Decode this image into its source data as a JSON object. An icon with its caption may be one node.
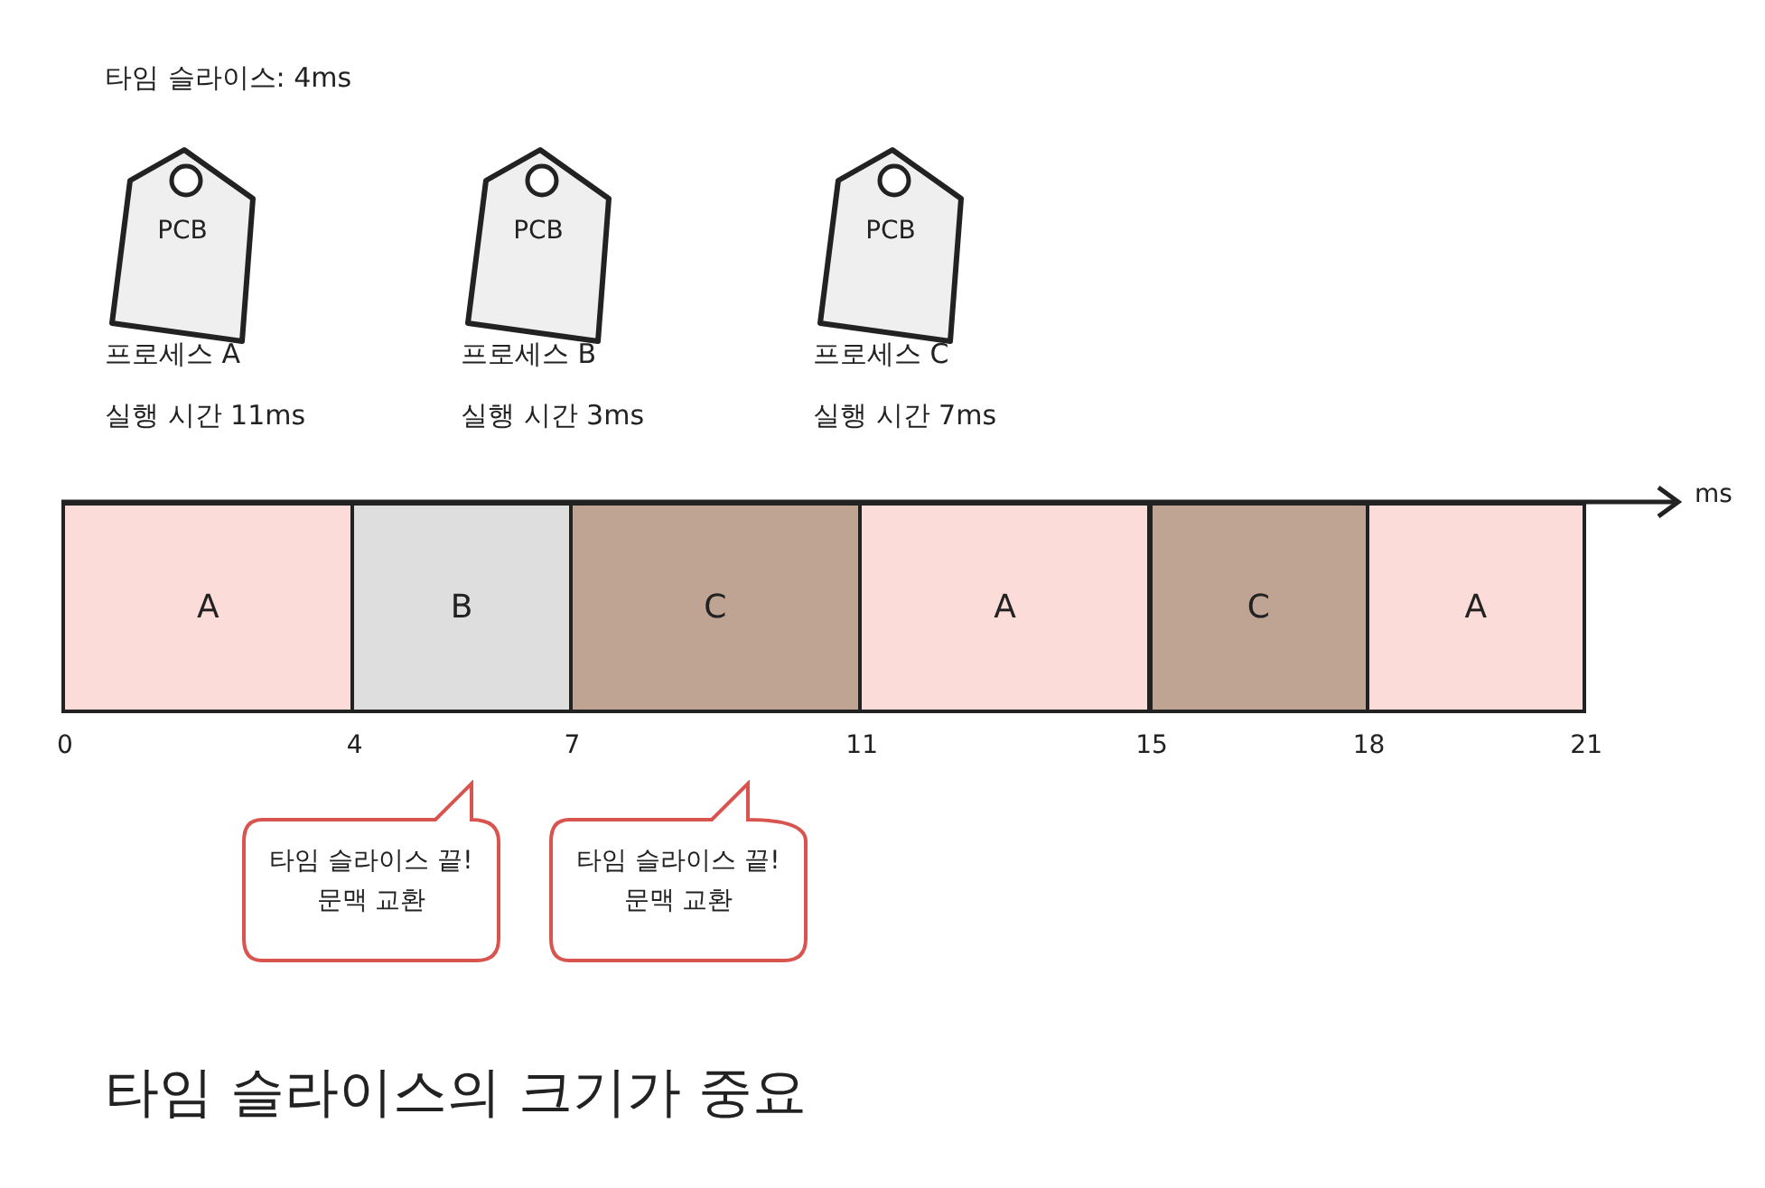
{
  "diagram": {
    "caption": "타임 슬라이스의 크기가 중요",
    "nodes": [
      {
        "text": [
          "PCB"
        ],
        "beside": [
          "프로세스 A",
          "실행 시간 11ms"
        ]
      },
      {
        "text": [
          "PCB"
        ],
        "beside": [
          "프로세스 B",
          "실행 시간 3ms"
        ]
      },
      {
        "text": [
          "PCB"
        ],
        "beside": [
          "프로세스 C",
          "실행 시간 7ms"
        ]
      },
      {
        "text": [
          "A"
        ]
      },
      {
        "text": [
          "B"
        ]
      },
      {
        "text": [
          "C"
        ]
      },
      {
        "text": [
          "A"
        ]
      },
      {
        "text": [
          "C"
        ]
      },
      {
        "text": [
          "A"
        ]
      },
      {
        "text": [
          "타임 슬라이스 끝! 문맥 교환"
        ]
      },
      {
        "text": [
          "타임 슬라이스 끝! 문맥 교환"
        ]
      }
    ],
    "edges": [],
    "labels": [
      "타임 슬라이스: 4ms",
      "ms",
      "0",
      "4",
      "7",
      "11",
      "15",
      "18",
      "21"
    ]
  }
}
